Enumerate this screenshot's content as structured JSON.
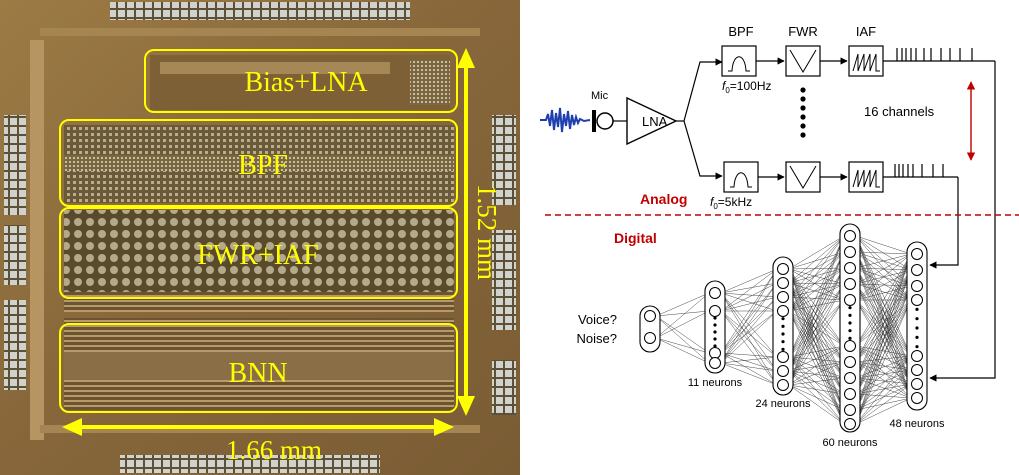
{
  "chip": {
    "blocks": [
      {
        "id": "bias-lna",
        "label": "Bias+LNA"
      },
      {
        "id": "bpf",
        "label": "BPF"
      },
      {
        "id": "fwr-iaf",
        "label": "FWR+IAF"
      },
      {
        "id": "bnn",
        "label": "BNN"
      }
    ],
    "height_label": "1.52 mm",
    "width_label": "1.66 mm",
    "colors": {
      "die": "#8a6a3a",
      "pad": "#c9c9c3",
      "annotation": "#ffff00"
    }
  },
  "diagram": {
    "analog": {
      "mic_label": "Mic",
      "lna_label": "LNA",
      "stage_headers": [
        "BPF",
        "FWR",
        "IAF"
      ],
      "f0_top": "f",
      "f0_top_sub": "0",
      "f0_top_value": "=100Hz",
      "f0_bottom": "f",
      "f0_bottom_sub": "0",
      "f0_bottom_value": "=5kHz",
      "channels_label": "16 channels"
    },
    "divider": {
      "analog_label": "Analog",
      "digital_label": "Digital",
      "color": "#c00000"
    },
    "network": {
      "output_labels": [
        "Voice?",
        "Noise?"
      ],
      "layers": [
        {
          "label": "11 neurons"
        },
        {
          "label": "24 neurons"
        },
        {
          "label": "60 neurons"
        },
        {
          "label": "48 neurons"
        }
      ]
    }
  }
}
